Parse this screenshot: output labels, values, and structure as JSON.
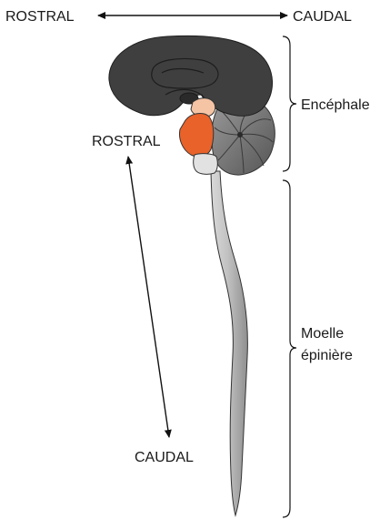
{
  "top_axis": {
    "left_label": "ROSTRAL",
    "right_label": "CAUDAL"
  },
  "side_axis": {
    "top_label": "ROSTRAL",
    "bottom_label": "CAUDAL"
  },
  "regions": {
    "encephale": "Encéphale",
    "moelle_line1": "Moelle",
    "moelle_line2": "épinière"
  },
  "colors": {
    "cerebrum": "#3f3f3f",
    "cerebellum": "#7a7a7a",
    "brainstem_highlight": "#e8622a",
    "spinal_cord": "#a9a9a9",
    "outline": "#222222"
  }
}
